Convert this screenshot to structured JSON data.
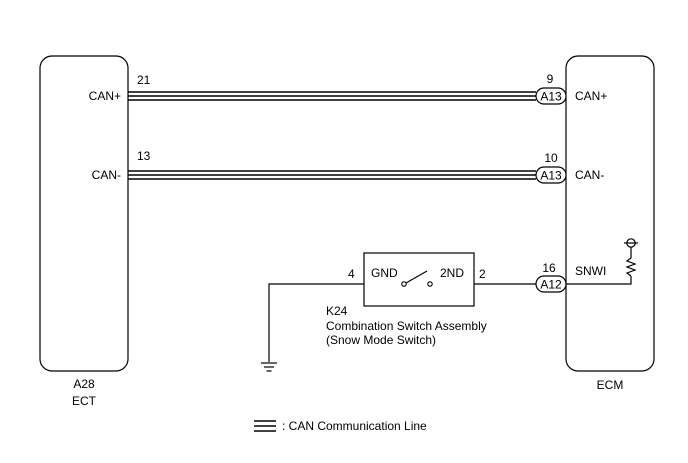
{
  "components": {
    "ect": {
      "code": "A28",
      "name": "ECT"
    },
    "ecm": {
      "code": "",
      "name": "ECM"
    },
    "switch": {
      "code": "K24",
      "name": "Combination Switch Assembly",
      "subname": "(Snow Mode Switch)",
      "terminal_gnd": "GND",
      "terminal_2nd": "2ND"
    }
  },
  "wires": {
    "can_plus": {
      "ect_pin": "21",
      "ect_label": "CAN+",
      "ecm_pin": "9",
      "ecm_label": "CAN+",
      "connector": "A13"
    },
    "can_minus": {
      "ect_pin": "13",
      "ect_label": "CAN-",
      "ecm_pin": "10",
      "ecm_label": "CAN-",
      "connector": "A13"
    },
    "snwi": {
      "switch_pin_gnd": "4",
      "switch_pin_2nd": "2",
      "ecm_pin": "16",
      "ecm_label": "SNWI",
      "connector": "A12"
    }
  },
  "legend": {
    "text": ": CAN Communication Line"
  }
}
